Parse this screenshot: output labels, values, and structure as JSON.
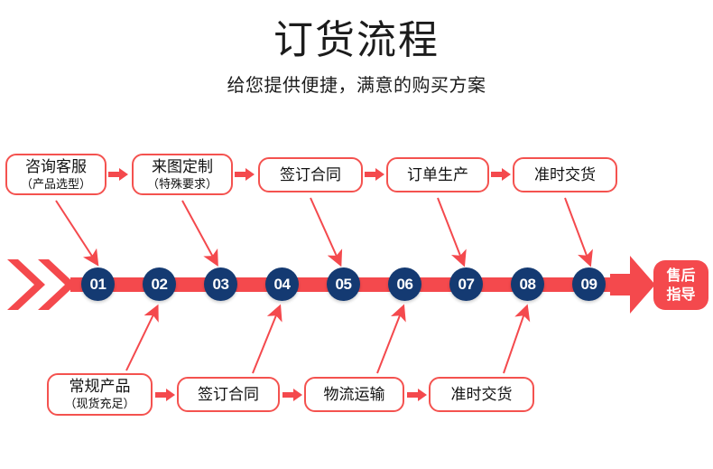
{
  "header": {
    "title": "订货流程",
    "subtitle": "给您提供便捷，满意的购买方案"
  },
  "colors": {
    "red": "#f4494d",
    "box_border": "#f4524f",
    "circle_navy": "#143a72",
    "text": "#111111",
    "background": "#ffffff"
  },
  "top_row": {
    "steps": [
      {
        "main": "咨询客服",
        "sub": "（产品选型）"
      },
      {
        "main": "来图定制",
        "sub": "（特殊要求）"
      },
      {
        "main": "签订合同",
        "sub": ""
      },
      {
        "main": "订单生产",
        "sub": ""
      },
      {
        "main": "准时交货",
        "sub": ""
      }
    ]
  },
  "bottom_row": {
    "steps": [
      {
        "main": "常规产品",
        "sub": "（现货充足）"
      },
      {
        "main": "签订合同",
        "sub": ""
      },
      {
        "main": "物流运输",
        "sub": ""
      },
      {
        "main": "准时交货",
        "sub": ""
      }
    ]
  },
  "timeline": {
    "numbers": [
      "01",
      "02",
      "03",
      "04",
      "05",
      "06",
      "07",
      "08",
      "09"
    ],
    "end_badge": {
      "line1": "售后",
      "line2": "指导"
    }
  },
  "icons": {
    "chevron_left_1": "chevron-right-icon",
    "chevron_left_2": "chevron-right-icon",
    "arrow_head": "arrow-right-icon"
  }
}
